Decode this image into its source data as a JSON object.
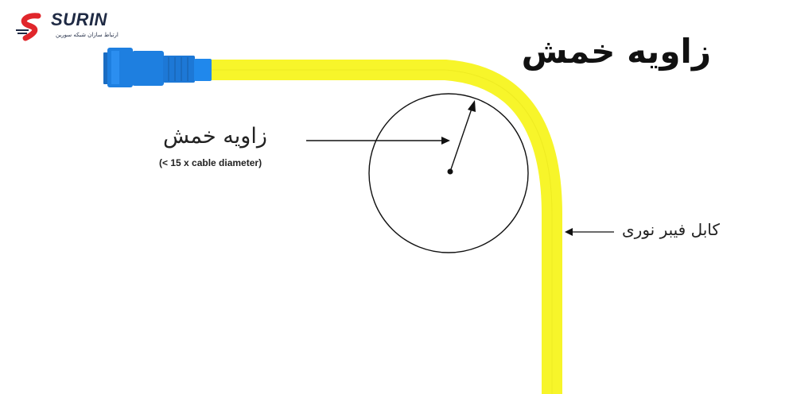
{
  "logo": {
    "name": "SURIN",
    "tagline": "ارتباط سازان شبکه سورین",
    "accent": "#e0262b",
    "dark": "#1f2a44"
  },
  "title": "زاویه خمش",
  "bend_radius": {
    "label": "زاویه خمش",
    "note": "(< 15 x cable diameter)"
  },
  "cable": {
    "label": "کابل فیبر نوری",
    "color": "#f7f52a"
  },
  "connector": {
    "color": "#1e7fe0"
  }
}
